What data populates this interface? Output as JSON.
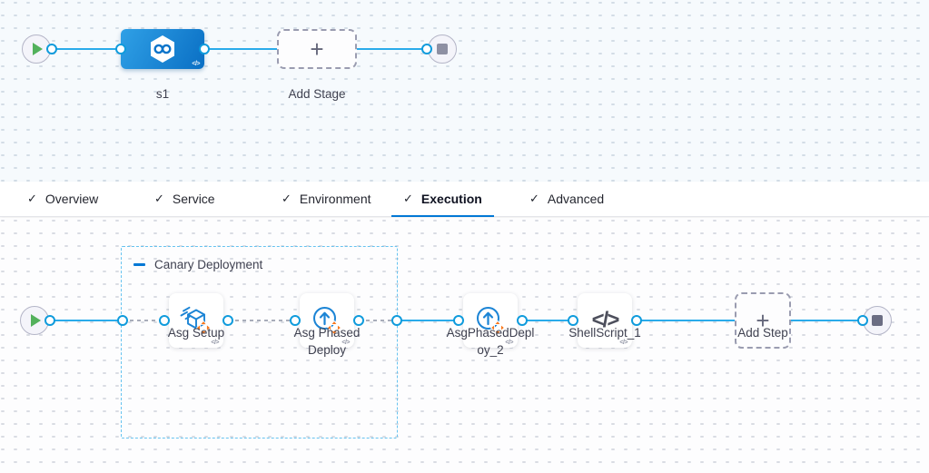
{
  "stage_pipeline": {
    "start_node": "pipeline-start",
    "end_node": "pipeline-end",
    "stage": {
      "name": "s1",
      "type": "deploy-stage",
      "code_badge": "</>"
    },
    "add_stage": {
      "label": "Add Stage",
      "plus": "+"
    }
  },
  "tabs": [
    {
      "label": "Overview",
      "check": "✓",
      "active": false
    },
    {
      "label": "Service",
      "check": "✓",
      "active": false
    },
    {
      "label": "Environment",
      "check": "✓",
      "active": false
    },
    {
      "label": "Execution",
      "check": "✓",
      "active": true
    },
    {
      "label": "Advanced",
      "check": "✓",
      "active": false
    }
  ],
  "execution_canvas": {
    "step_group": {
      "label": "Canary Deployment",
      "collapse_icon": "minus"
    },
    "steps": [
      {
        "label": "Asg Setup",
        "icon": "asg-setup-icon",
        "code_badge": "</>"
      },
      {
        "label": "Asg Phased Deploy",
        "icon": "asg-phased-deploy-icon",
        "code_badge": "</>"
      },
      {
        "label": "AsgPhasedDeploy_2",
        "icon": "asg-phased-deploy-icon",
        "code_badge": "</>"
      },
      {
        "label": "ShellScript_1",
        "icon": "shell-script-icon",
        "code_badge": "</>",
        "glyph": "</>"
      }
    ],
    "add_step": {
      "label": "Add Step",
      "plus": "+"
    }
  },
  "colors": {
    "link_blue": "#2aabea",
    "connector_ring_blue": "#0f9bdc",
    "accent_blue": "#0278d5",
    "stage_gradient": [
      "#2fa0e6",
      "#0a6fc4"
    ],
    "canary_border_blue": "#66c3f0",
    "icon_blue": "#1b84d5",
    "icon_orange": "#f8771b",
    "play_green": "#53b15c",
    "text_dark": "#3f4150"
  }
}
